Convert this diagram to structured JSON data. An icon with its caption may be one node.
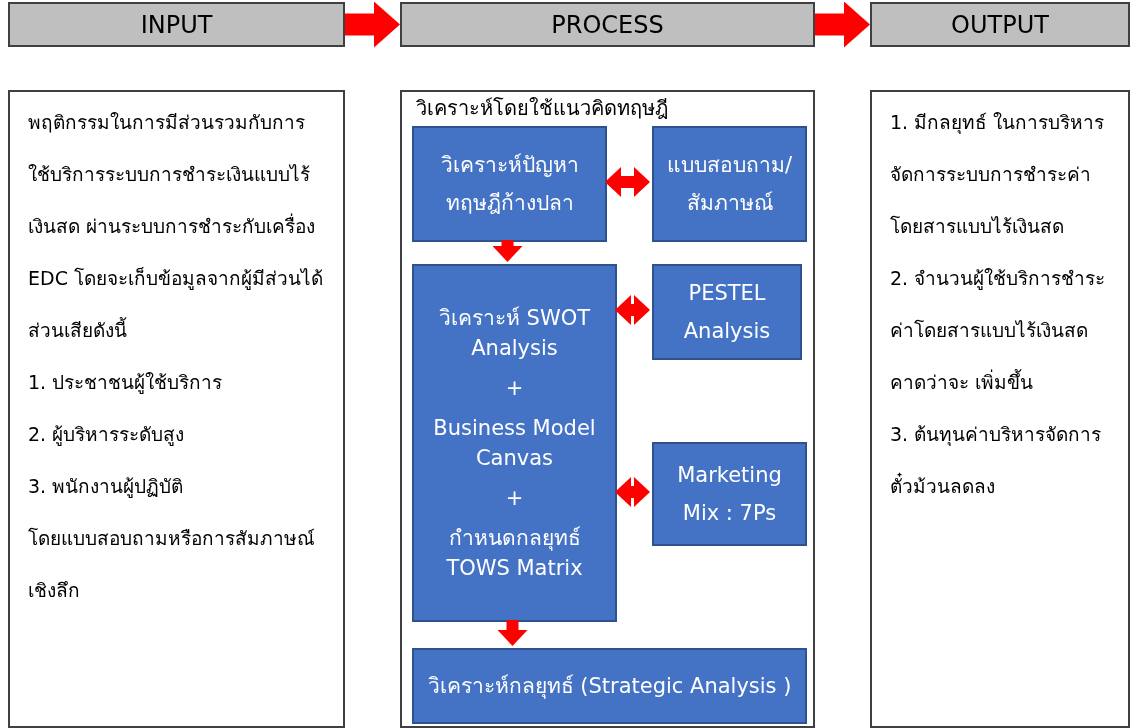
{
  "diagram": {
    "nodes": [
      {
        "text": [
          "INPUT"
        ]
      },
      {
        "text": [
          "PROCESS"
        ]
      },
      {
        "text": [
          "OUTPUT"
        ]
      },
      {
        "text": [
          "พฤติกรรมในการมีส่วนรวมกับการใช้บริการระบบการชำระเงินแบบไร้เงินสด ผ่านระบบการชำระกับเครื่อง EDC โดยจะเก็บข้อมูลจากผู้มีส่วนได้ส่วนเสียดังนี้",
          "1. ประชาชนผู้ใช้บริการ",
          "2. ผู้บริหารระดับสูง",
          "3. พนักงานผู้ปฏิบัติ",
          "โดยแบบสอบถามหรือการสัมภาษณ์เชิงลึก"
        ]
      },
      {
        "text": [
          "วิเคราะห์โดยใช้แนวคิดทฤษฎี"
        ]
      },
      {
        "text": [
          "วิเคราะห์ปัญหาทฤษฎีก้างปลา"
        ],
        "in": 4
      },
      {
        "text": [
          "แบบสอบถาม/สัมภาษณ์"
        ],
        "in": 4
      },
      {
        "text": [
          "วิเคราะห์ SWOT Analysis",
          "+",
          "Business Model Canvas",
          "+",
          "กำหนดกลยุทธ์ TOWS Matrix"
        ],
        "in": 4
      },
      {
        "text": [
          "PESTEL Analysis"
        ],
        "in": 4
      },
      {
        "text": [
          "Marketing Mix : 7Ps"
        ],
        "in": 4
      },
      {
        "text": [
          "วิเคราะห์กลยุทธ์ (Strategic Analysis )"
        ],
        "in": 4
      },
      {
        "text": [
          "1. มีกลยุทธ์ ในการบริหารจัดการระบบการชำระค่าโดยสารแบบไร้เงินสด",
          "2. จำนวนผู้ใช้บริการชำระค่าโดยสารแบบไร้เงินสดคาดว่าจะ เพิ่มขึ้น",
          "3. ต้นทุนค่าบริหารจัดการตั๋วม้วนลดลง"
        ]
      }
    ],
    "edges": [
      {
        "from": 0,
        "to": 1,
        "arrow": "to",
        "style": "thick"
      },
      {
        "from": 1,
        "to": 2,
        "arrow": "to",
        "style": "thick"
      },
      {
        "from": 5,
        "to": 6,
        "arrow": "both"
      },
      {
        "from": 5,
        "to": 7,
        "arrow": "to"
      },
      {
        "from": 7,
        "to": 8,
        "arrow": "both"
      },
      {
        "from": 7,
        "to": 9,
        "arrow": "both"
      },
      {
        "from": 7,
        "to": 10,
        "arrow": "to"
      }
    ]
  }
}
